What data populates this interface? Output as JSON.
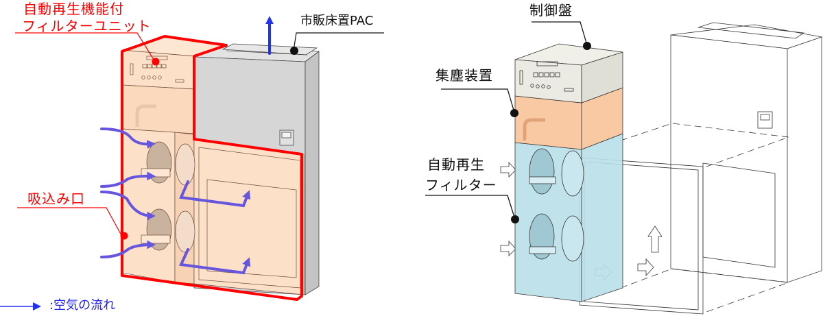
{
  "colors": {
    "highlight_red": "#ff0000",
    "unit_peach": "#fde0c8",
    "pac_gray": "#d6d6d6",
    "control_panel": "#ecebe3",
    "dust_collector": "#f9c9a3",
    "filter_blue": "#b9dfe8",
    "airflow_purple": "#6655dd",
    "airflow_blue": "#2233ee",
    "leader_black": "#111111"
  },
  "left_figure": {
    "labels": {
      "filter_unit_line1": "自動再生機能付",
      "filter_unit_line2": "フィルターユニット",
      "commercial_pac": "市販床置PAC",
      "intake": "吸込み口"
    },
    "legend": {
      "icon": "arrow-right-icon",
      "text": ":空気の流れ"
    }
  },
  "right_figure": {
    "labels": {
      "control_panel": "制御盤",
      "dust_collector": "集塵装置",
      "filter_line1": "自動再生",
      "filter_line2": "フィルター"
    }
  }
}
